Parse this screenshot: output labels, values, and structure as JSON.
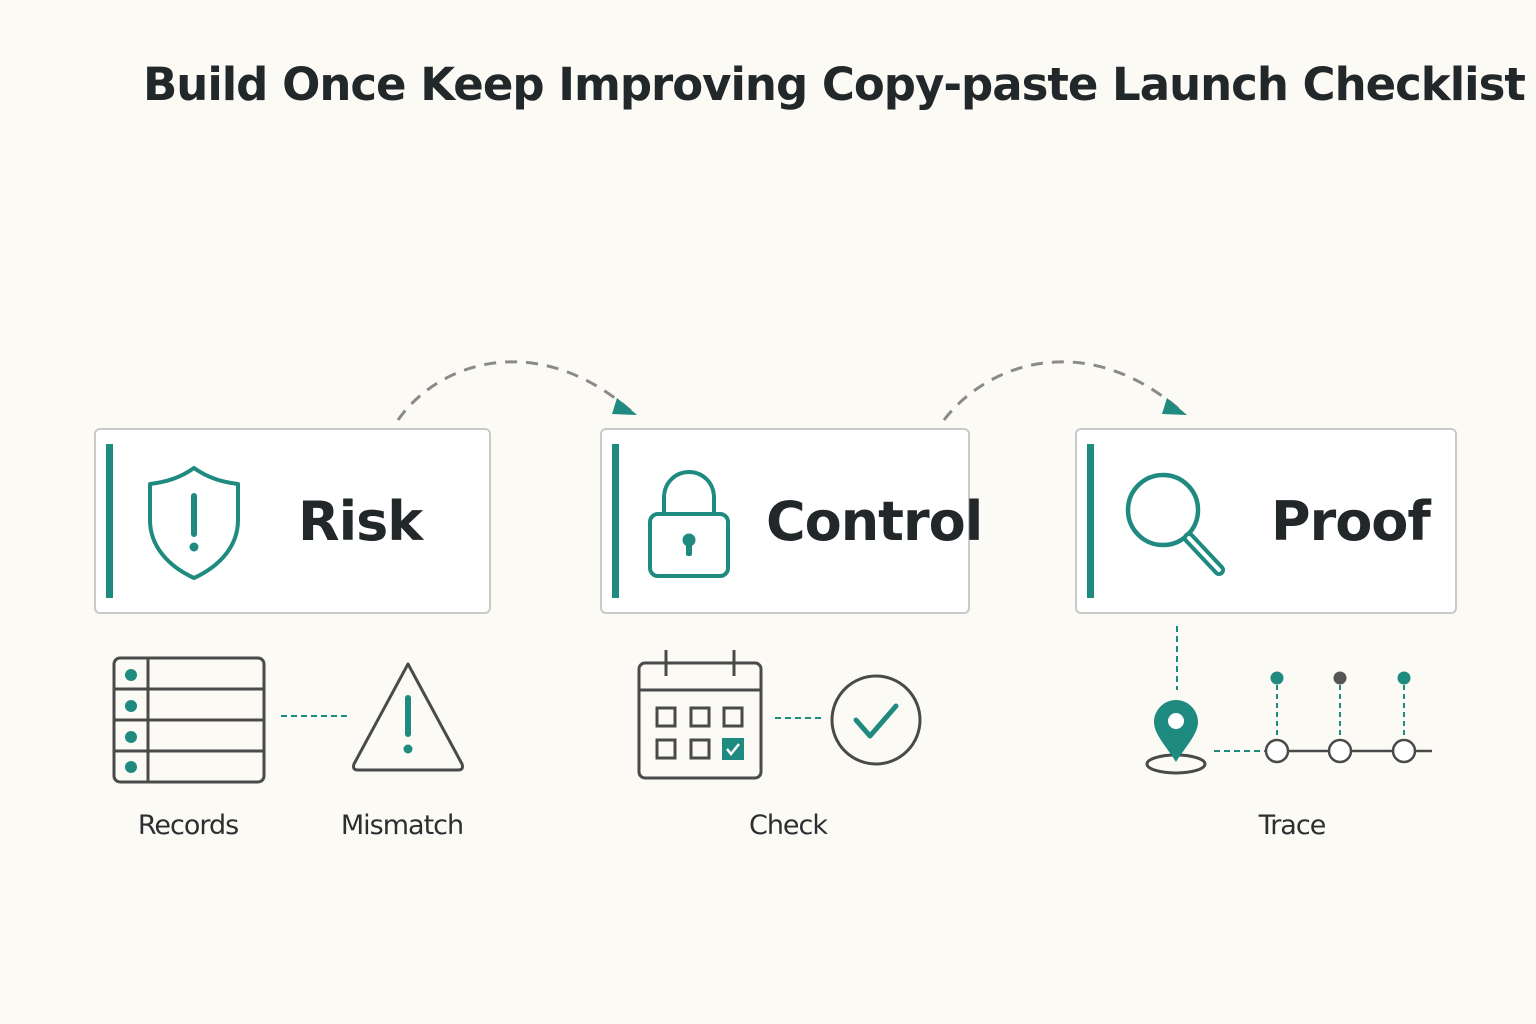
{
  "title": "Build Once Keep Improving Copy-paste Launch Checklist",
  "colors": {
    "background": "#fcfaf5",
    "accent": "#1f8a80",
    "icon_gray": "#4a4a4a",
    "connector_gray": "#8a8a8a",
    "card_border": "#c9c9c9"
  },
  "stages": [
    {
      "label": "Risk",
      "icon": "shield-alert-icon"
    },
    {
      "label": "Control",
      "icon": "padlock-icon"
    },
    {
      "label": "Proof",
      "icon": "magnifier-icon"
    }
  ],
  "details": [
    {
      "label": "Records",
      "icon": "record-list-icon"
    },
    {
      "label": "Mismatch",
      "icon": "warning-triangle-icon"
    },
    {
      "label": "Check",
      "icon": "calendar-check-icon"
    },
    {
      "label": "Trace",
      "icon": "location-trace-icon"
    }
  ]
}
